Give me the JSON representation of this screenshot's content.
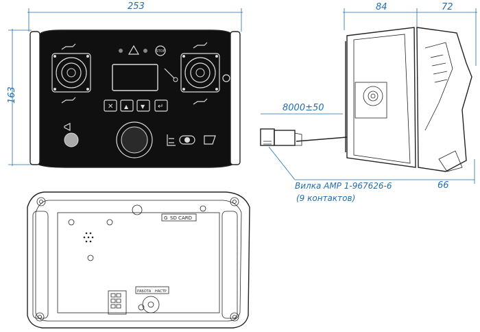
{
  "dimensions": {
    "front_width": "253",
    "front_height": "163",
    "side_depth": "84",
    "side_handle": "72",
    "cable_length": "8000±50",
    "bottom_depth": "66"
  },
  "connector_label": {
    "line1": "Вилка AMP 1-967626-6",
    "line2": "(9 контактов)"
  },
  "panel_texts": {
    "stop": "STOP",
    "sd_card": "SD CARD",
    "rabota": "РАБОТА",
    "nastr": "НАСТР",
    "sd_g": "G"
  },
  "buttons": {
    "cancel": "✕",
    "up": "▲",
    "down": "▼",
    "enter": "↵"
  },
  "colors": {
    "dimension": "#1f6db1",
    "panel": "#101010",
    "outline": "#222222"
  }
}
